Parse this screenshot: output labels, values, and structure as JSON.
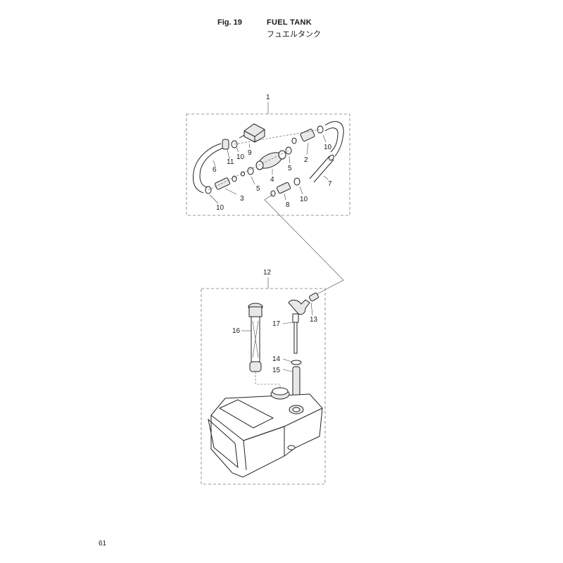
{
  "header": {
    "figure": "Fig. 19",
    "title_en": "FUEL TANK",
    "title_jp": "フュエルタンク"
  },
  "callouts": {
    "c1": "1",
    "c2": "2",
    "c3": "3",
    "c4": "4",
    "c5a": "5",
    "c5b": "5",
    "c6": "6",
    "c7": "7",
    "c8": "8",
    "c9": "9",
    "c10a": "10",
    "c10b": "10",
    "c10c": "10",
    "c10d": "10",
    "c11": "11",
    "c12": "12",
    "c13": "13",
    "c14": "14",
    "c15": "15",
    "c16": "16",
    "c17": "17"
  },
  "footer": {
    "page_number": "61"
  }
}
